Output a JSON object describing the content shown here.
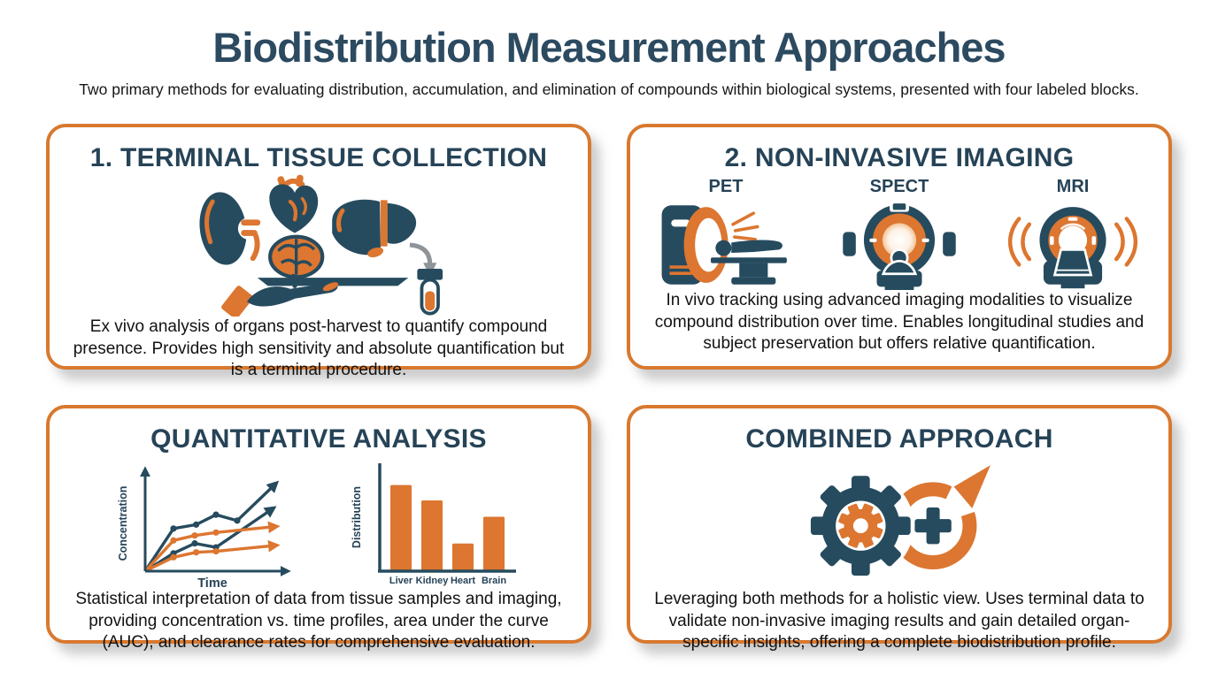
{
  "page": {
    "title": "Biodistribution Measurement Approaches",
    "subtitle": "Two primary methods for evaluating distribution, accumulation, and elimination of compounds within biological systems, presented with four labeled blocks."
  },
  "colors": {
    "navy": "#264b5e",
    "orange": "#dc7630",
    "card_border": "#d8792f",
    "heading": "#264357",
    "text": "#121212",
    "arrow_gray": "#8f9498"
  },
  "cards": {
    "terminal_tissue": {
      "title": "1. TERMINAL TISSUE COLLECTION",
      "description": "Ex vivo analysis of organs post-harvest to quantify compound presence. Provides high sensitivity and absolute quantification but is a terminal procedure."
    },
    "noninvasive_imaging": {
      "title": "2. NON-INVASIVE IMAGING",
      "modalities": [
        {
          "label": "PET"
        },
        {
          "label": "SPECT"
        },
        {
          "label": "MRI"
        }
      ],
      "description": "In vivo tracking using advanced imaging modalities to visualize compound distribution over time. Enables longitudinal studies and subject preservation but offers relative quantification."
    },
    "quantitative_analysis": {
      "title": "QUANTITATIVE ANALYSIS",
      "description": "Statistical interpretation of data from tissue samples and imaging, providing concentration vs. time profiles, area under the curve (AUC), and clearance rates for comprehensive evaluation."
    },
    "combined_approach": {
      "title": "COMBINED APPROACH",
      "description": "Leveraging both methods for a holistic view. Uses terminal data to validate non-invasive imaging results and gain detailed organ-specific insights, offering a complete biodistribution profile."
    }
  },
  "chart_data": [
    {
      "type": "line",
      "xlabel": "Time",
      "ylabel": "Concentration",
      "x_range": [
        0,
        1
      ],
      "y_range": [
        0,
        1
      ],
      "grid": false,
      "series": [
        {
          "name": "concentration-curve-navy-upper",
          "color": "#264b5e",
          "x": [
            0,
            0.2,
            0.36,
            0.5,
            0.65,
            0.92
          ],
          "y": [
            0,
            0.43,
            0.47,
            0.57,
            0.51,
            0.88
          ]
        },
        {
          "name": "concentration-curve-navy-lower",
          "color": "#264b5e",
          "x": [
            0,
            0.2,
            0.35,
            0.5,
            0.9
          ],
          "y": [
            0,
            0.18,
            0.28,
            0.24,
            0.63
          ]
        },
        {
          "name": "concentration-curve-orange-upper",
          "color": "#dc7630",
          "x": [
            0,
            0.2,
            0.35,
            0.5,
            0.92
          ],
          "y": [
            0,
            0.31,
            0.36,
            0.39,
            0.45
          ]
        },
        {
          "name": "concentration-curve-orange-lower",
          "color": "#dc7630",
          "x": [
            0,
            0.2,
            0.36,
            0.5,
            0.92
          ],
          "y": [
            0,
            0.14,
            0.19,
            0.2,
            0.26
          ]
        }
      ]
    },
    {
      "type": "bar",
      "ylabel": "Distribution",
      "categories": [
        "Liver",
        "Kidney",
        "Heart",
        "Brain"
      ],
      "values": [
        0.84,
        0.69,
        0.27,
        0.53
      ],
      "bar_color": "#dc7630",
      "ylim": [
        0,
        1
      ],
      "grid": false
    }
  ]
}
